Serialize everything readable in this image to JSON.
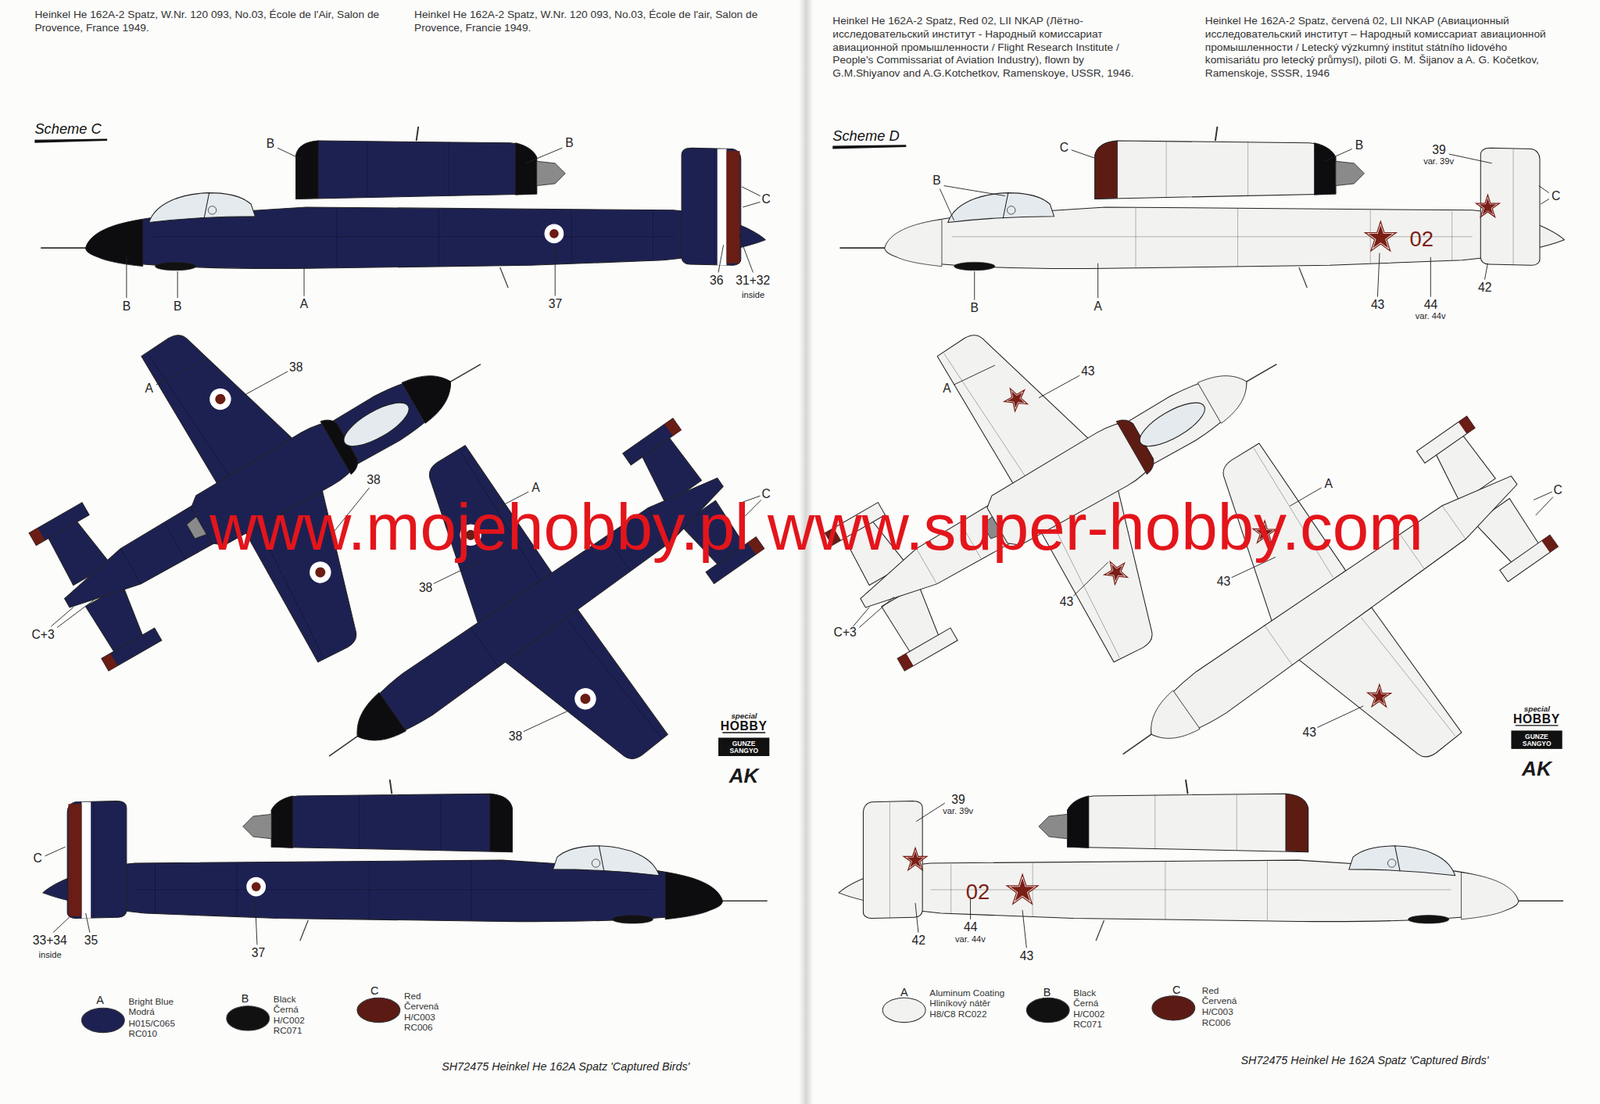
{
  "diagram": {
    "labels": [
      "Heinkel He 162A-2 Spatz, W.Nr. 120 093, No.03, École de l'Air, Salon de Provence, France 1949.",
      "Heinkel He 162A-2 Spatz, W.Nr. 120 093, No.03, École de l'air, Salon de Provence, Francie 1949.",
      "Scheme C",
      "B",
      "B",
      "C",
      "B",
      "B",
      "A",
      "37",
      "36",
      "31+32",
      "inside",
      "A",
      "38",
      "38",
      "C+3",
      "A",
      "C",
      "38",
      "38",
      "C",
      "33+34",
      "inside",
      "35",
      "37",
      "A",
      "B",
      "C",
      "SH72475 Heinkel He 162A Spatz 'Captured Birds'",
      "special",
      "HOBBY",
      "GUNZE",
      "SANGYO",
      "AK",
      "Heinkel He 162A-2 Spatz, Red 02, LII NKAP (Лётно-исследовательский институт - Народный комиссариат авиационной промышленности / Flight Research Institute / People's Commissariat of Aviation Industry), flown by G.M.Shiyanov and A.G.Kotchetkov, Ramenskoye, USSR, 1946.",
      "Heinkel He 162A-2 Spatz, červená 02, LII NKAP (Авиационный исследовательский институт – Народный комиссариат авиационной промышленности / Letecký výzkumný institut státního lidového komisariátu pro letecký průmysl), piloti G. M. Šijanov a A. G. Kočetkov, Ramenskoje, SSSR, 1946",
      "Scheme D",
      "C",
      "B",
      "39",
      "var. 39v",
      "C",
      "B",
      "B",
      "A",
      "43",
      "44",
      "var. 44v",
      "42",
      "02",
      "A",
      "43",
      "C+3",
      "43",
      "A",
      "C",
      "43",
      "43",
      "39",
      "var. 39v",
      "42",
      "44",
      "var. 44v",
      "43",
      "02",
      "A",
      "B",
      "C",
      "SH72475 Heinkel He 162A Spatz 'Captured Birds'",
      "special",
      "HOBBY",
      "GUNZE",
      "SANGYO",
      "AK",
      "www.mojehobby.pl www.super-hobby.com"
    ],
    "legend": [
      {
        "text": "Bright Blue Modrá H015/C065 RC010",
        "color": "#1d2152"
      },
      {
        "text": "Black Černá H/C002 RC071",
        "color": "#111111"
      },
      {
        "text": "Red Červená H/C003 RC006",
        "color": "#5c1a14"
      },
      {
        "text": "Aluminum Coating Hliníkový nátěr H8/C8 RC022",
        "color": "#f2f2f0"
      },
      {
        "text": "Black Černá H/C002 RC071",
        "color": "#111111"
      },
      {
        "text": "Red Červená H/C003 RC006",
        "color": "#5c1a14"
      }
    ]
  }
}
